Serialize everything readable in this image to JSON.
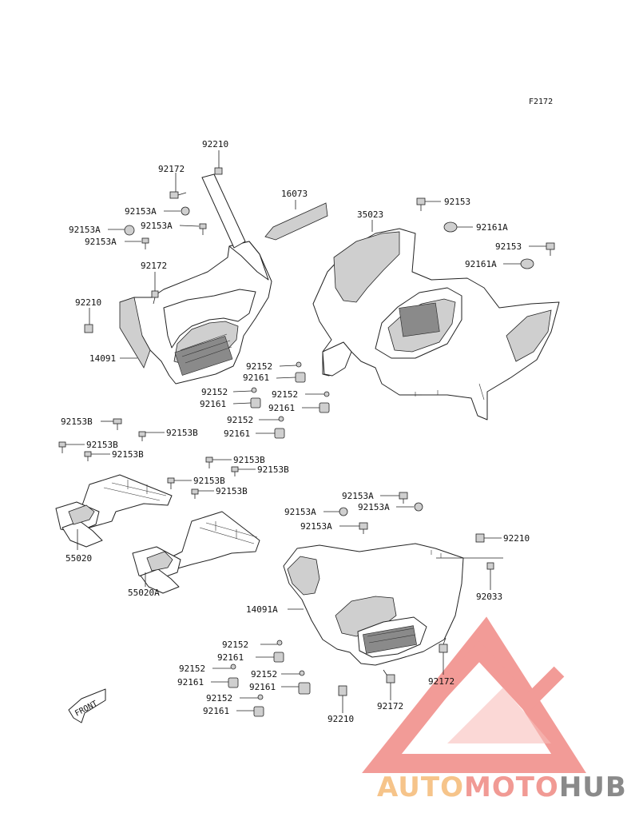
{
  "diagram_code": "F2172",
  "labels": {
    "l92210_top": "92210",
    "l92172_top": "92172",
    "l92153A_a": "92153A",
    "l92153A_b": "92153A",
    "l92153A_c": "92153A",
    "l92153A_d": "92153A",
    "l92172_mid": "92172",
    "l92210_mid": "92210",
    "l14091": "14091",
    "l16073": "16073",
    "l35023": "35023",
    "l92153_a": "92153",
    "l92161A_a": "92161A",
    "l92153_b": "92153",
    "l92161A_b": "92161A",
    "l92152_a": "92152",
    "l92161_a": "92161",
    "l92152_b": "92152",
    "l92161_b": "92161",
    "l92152_c": "92152",
    "l92161_c": "92161",
    "l92152_d": "92152",
    "l92161_d": "92161",
    "l92153B_a": "92153B",
    "l92153B_b": "92153B",
    "l92153B_c": "92153B",
    "l92153B_d": "92153B",
    "l92153B_e": "92153B",
    "l92153B_f": "92153B",
    "l92153B_g": "92153B",
    "l92153B_h": "92153B",
    "l55020": "55020",
    "l55020A": "55020A",
    "l92153A_e": "92153A",
    "l92153A_f": "92153A",
    "l92153A_g": "92153A",
    "l92153A_h": "92153A",
    "l92210_low": "92210",
    "l92033": "92033",
    "l14091A": "14091A",
    "l92172_low_r": "92172",
    "l92152_e": "92152",
    "l92161_e": "92161",
    "l92152_f": "92152",
    "l92161_f": "92161",
    "l92152_g": "92152",
    "l92161_g": "92161",
    "l92152_h": "92152",
    "l92161_h": "92161",
    "l92210_bottom": "92210",
    "l92172_bottom": "92172"
  },
  "front_arrow": "FRONT",
  "watermark": {
    "part1": "AUTO",
    "part2": "MOTO",
    "part3": "HUB",
    "color1": "#f6c48a",
    "color2": "#f19a94",
    "color3": "#8a8a8a",
    "logo_color": "#f08a86"
  }
}
